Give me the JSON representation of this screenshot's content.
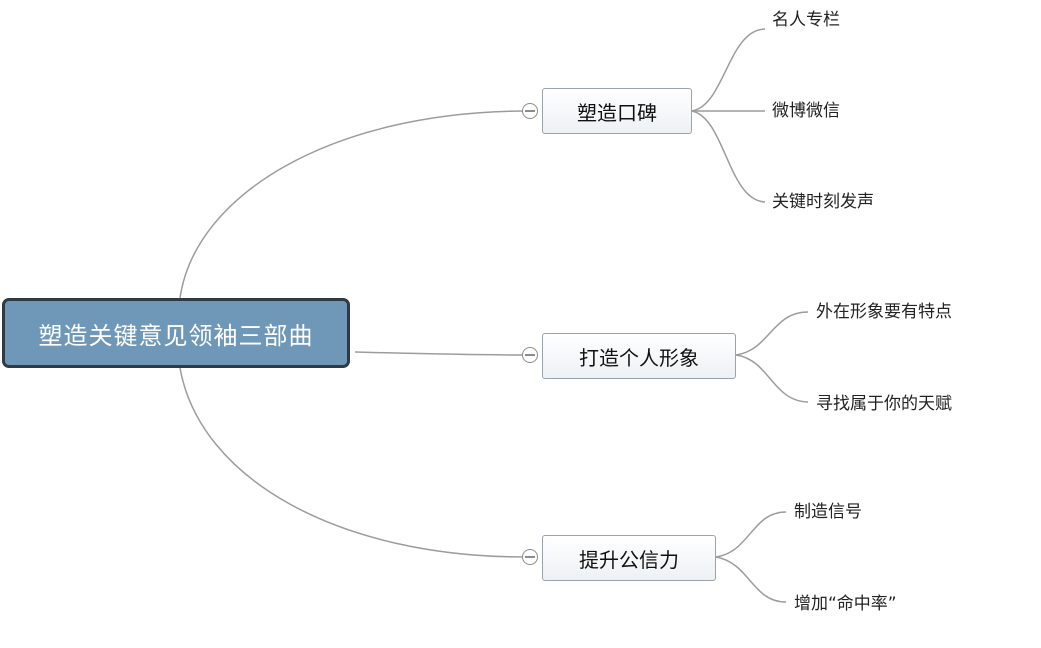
{
  "central_topic": "塑造关键意见领袖三部曲",
  "branches": [
    {
      "label": "塑造口碑",
      "children": [
        "名人专栏",
        "微博微信",
        "关键时刻发声"
      ]
    },
    {
      "label": "打造个人形象",
      "children": [
        "外在形象要有特点",
        "寻找属于你的天赋"
      ]
    },
    {
      "label": "提升公信力",
      "children": [
        "制造信号",
        "增加“命中率”"
      ]
    }
  ],
  "colors": {
    "central_fill": "#6f98b8",
    "central_border": "#2f3a44",
    "connector": "#9c9c9c"
  }
}
